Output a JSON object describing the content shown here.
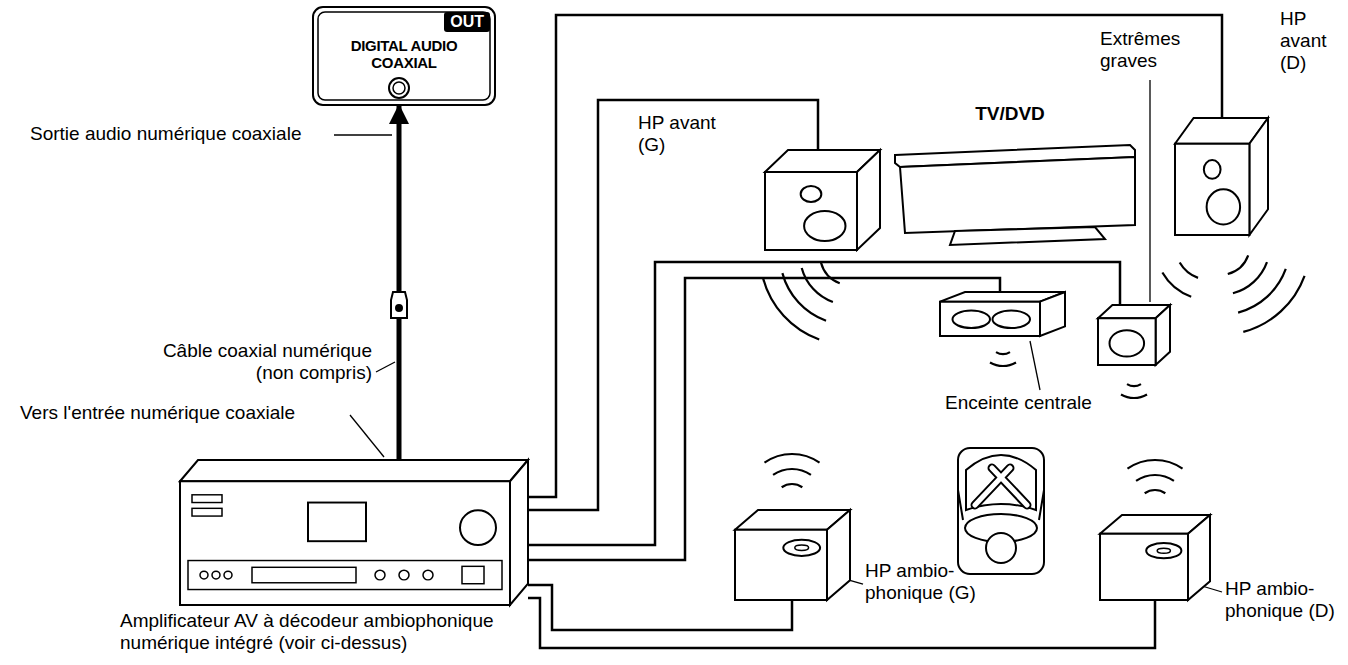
{
  "diagram": {
    "nodes": [
      {
        "text": [
          "OUT",
          "DIGITAL AUDIO COAXIAL"
        ]
      },
      {
        "text": [
          "HP avant (G)"
        ]
      },
      {
        "text": [
          "TV/DVD"
        ]
      },
      {
        "text": [
          "Extrêmes graves"
        ]
      },
      {
        "text": [
          "HP avant (D)"
        ]
      },
      {
        "text": [
          "Enceinte centrale"
        ]
      },
      {
        "text": [
          "HP ambio- phonique (G)"
        ]
      },
      {
        "text": [
          "HP ambio- phonique (D)"
        ]
      },
      {
        "text": [
          "Amplificateur AV à décodeur ambiophonique numérique intégré (voir ci-dessus)"
        ]
      }
    ],
    "edges": [
      {
        "from": 8,
        "to": 0,
        "arrow": "to"
      },
      {
        "from": 8,
        "to": 4,
        "arrow": "none"
      },
      {
        "from": 8,
        "to": 1,
        "arrow": "none"
      },
      {
        "from": 8,
        "to": 3,
        "arrow": "none"
      },
      {
        "from": 8,
        "to": 5,
        "arrow": "none"
      },
      {
        "from": 8,
        "to": 6,
        "arrow": "none"
      },
      {
        "from": 8,
        "to": 7,
        "arrow": "none"
      }
    ],
    "labels": [
      "Sortie audio numérique coaxiale",
      "Câble coaxial numérique (non compris)",
      "Vers l'entrée numérique coaxiale"
    ]
  }
}
